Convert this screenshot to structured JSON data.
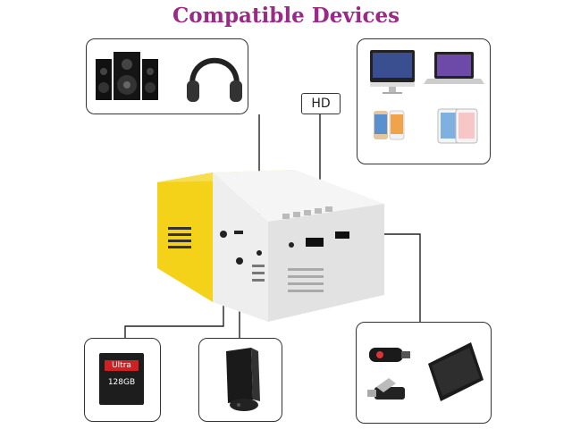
{
  "title": "Compatible Devices",
  "hd_label": "HD",
  "sd_card": {
    "brand": "Ultra",
    "capacity": "128",
    "unit": "GB"
  },
  "colors": {
    "title": "#9b2a86",
    "projector_yellow": "#f4d21a",
    "projector_white": "#f3f3f3",
    "border": "#333333"
  },
  "icons": [
    "speakers-icon",
    "headphones-icon",
    "imac-icon",
    "macbook-icon",
    "iphone-icon",
    "ipad-icon",
    "sd-card-icon",
    "xbox-console-icon",
    "chromecast-icon",
    "usb-drive-icon",
    "hard-drive-icon"
  ]
}
